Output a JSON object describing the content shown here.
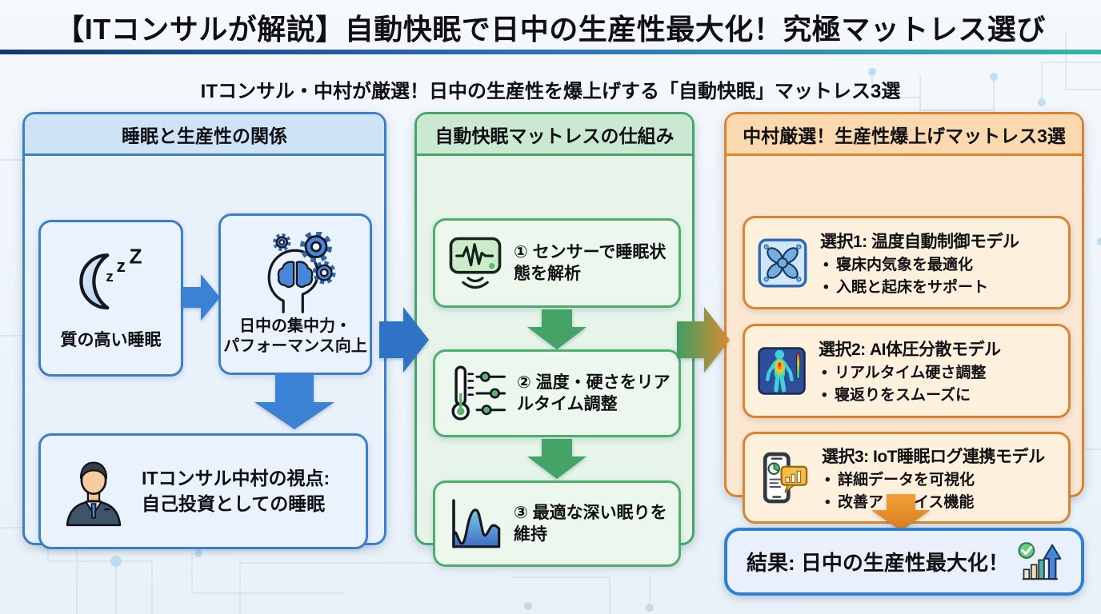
{
  "title": "【ITコンサルが解説】自動快眠で日中の生産性最大化！究極マットレス選び",
  "subtitle": "ITコンサル・中村が厳選！日中の生産性を爆上げする「自動快眠」マットレス3選",
  "left_panel": {
    "title": "睡眠と生産性の関係",
    "card_sleep": {
      "icon": "moon-zzz-icon",
      "zzz_letters": [
        "z",
        "z",
        "Z"
      ],
      "label": "質の高い睡眠"
    },
    "card_focus": {
      "icon": "brain-gears-icon",
      "line1": "日中の集中力・",
      "line2": "パフォーマンス向上"
    },
    "card_view": {
      "icon": "consultant-avatar",
      "line1": "ITコンサル中村の視点:",
      "line2": "自己投資としての睡眠"
    }
  },
  "middle_panel": {
    "title": "自動快眠マットレスの仕組み",
    "step1": {
      "icon": "sleep-sensor-icon",
      "label": "① センサーで睡眠状態を解析"
    },
    "step2": {
      "icon": "thermostat-sliders-icon",
      "label": "② 温度・硬さをリアルタイム調整"
    },
    "step3": {
      "icon": "deep-sleep-wave-icon",
      "label": "③ 最適な深い眠りを維持"
    }
  },
  "right_panel": {
    "title": "中村厳選！生産性爆上げマットレス3選",
    "option1": {
      "icon": "fan-icon",
      "title": "選択1: 温度自動制御モデル",
      "bullet1": "寝床内気象を最適化",
      "bullet2": "入眠と起床をサポート"
    },
    "option2": {
      "icon": "body-heatmap-icon",
      "title": "選択2: AI体圧分散モデル",
      "bullet1": "リアルタイム硬さ調整",
      "bullet2": "寝返りをスムーズに"
    },
    "option3": {
      "icon": "phone-sleep-log-icon",
      "title": "選択3: IoT睡眠ログ連携モデル",
      "bullet1": "詳細データを可視化",
      "bullet2": "改善アドバイス機能"
    }
  },
  "result": {
    "icon": "growth-chart-check-icon",
    "label": "結果: 日中の生産性最大化！"
  },
  "colors": {
    "blue_accent": "#3b82d4",
    "green_accent": "#44a367",
    "orange_accent": "#e0842f",
    "divider_left": "#14386d",
    "divider_right": "#3ab3ac"
  }
}
